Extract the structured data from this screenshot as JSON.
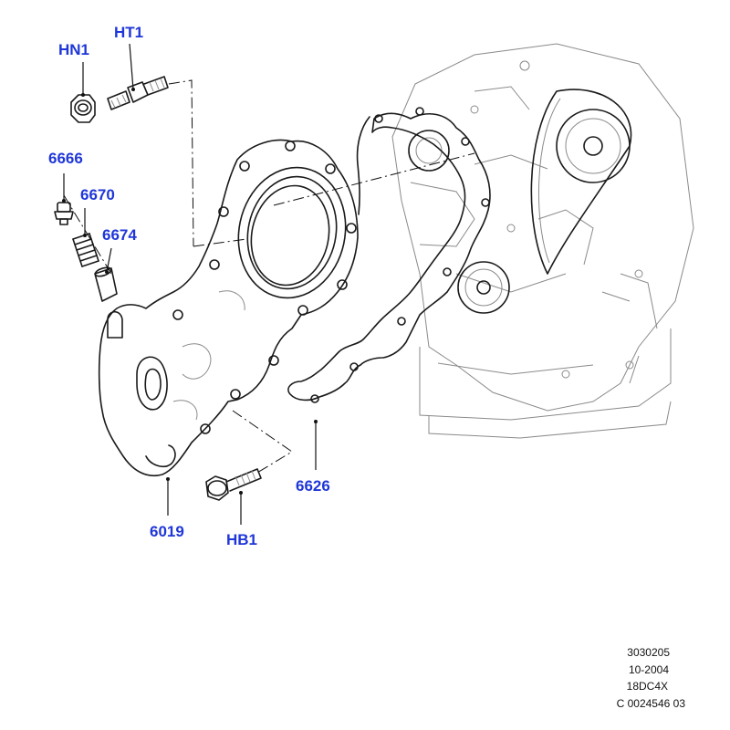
{
  "diagram": {
    "callouts": {
      "hn1": "HN1",
      "ht1": "HT1",
      "p6666": "6666",
      "p6670": "6670",
      "p6674": "6674",
      "p6019": "6019",
      "hb1": "HB1",
      "p6626": "6626"
    },
    "reference": {
      "line1": "3030205",
      "line2": "10-2004",
      "line3": "18DC4X",
      "line4": "C 0024546 03"
    },
    "colors": {
      "callout_text": "#1f36d8",
      "line_art": "#1a1a1a",
      "background": "#ffffff"
    }
  }
}
